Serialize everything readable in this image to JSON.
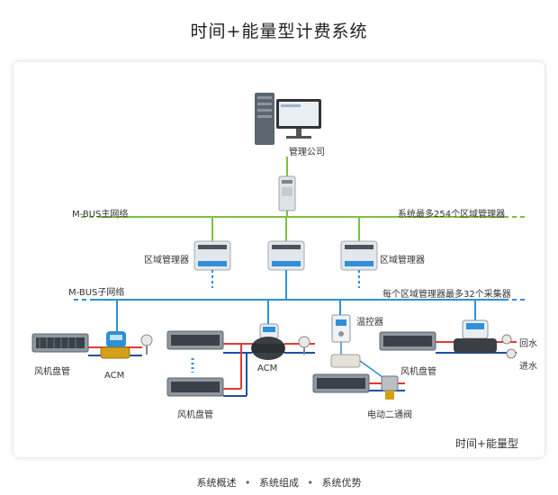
{
  "page_title": "时间+能量型计费系统",
  "labels": {
    "management_company": "管理公司",
    "mbus_main": "M-BUS主网络",
    "main_note": "系统最多254个区域管理器",
    "zone_manager": "区域管理器",
    "mbus_sub": "M-BUS子网络",
    "sub_note": "每个区域管理器最多32个采集器",
    "fan_coil": "风机盘管",
    "acm": "ACM",
    "thermostat": "温控器",
    "electric_valve": "电动二通阀",
    "return_water": "回水",
    "supply_water": "进水",
    "system_type": "时间+能量型"
  },
  "bottom_nav": [
    "系统概述",
    "系统组成",
    "系统优势"
  ],
  "colors": {
    "main_bus": "#7bc043",
    "sub_bus": "#2f8fd8",
    "return_pipe": "#e53935",
    "supply_pipe": "#1e4fa8",
    "signal": "#2f8fd8"
  }
}
